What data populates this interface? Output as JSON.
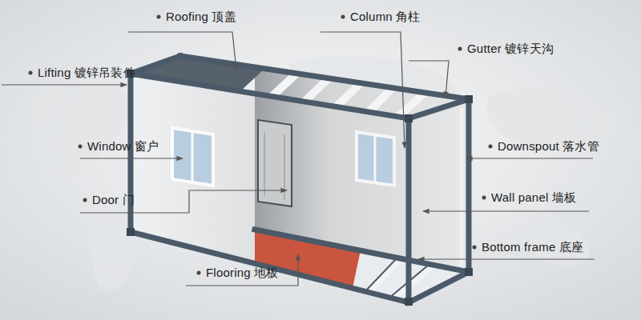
{
  "diagram": {
    "labels": [
      "Roofing 顶盖",
      "Column 角柱",
      "Gutter 镀锌天沟",
      "Lifting 镀锌吊装件",
      "Window 窗户",
      "Downspout 落水管",
      "Door 门",
      "Wall panel 墙板",
      "Bottom frame 底座",
      "Flooring 地板"
    ]
  }
}
